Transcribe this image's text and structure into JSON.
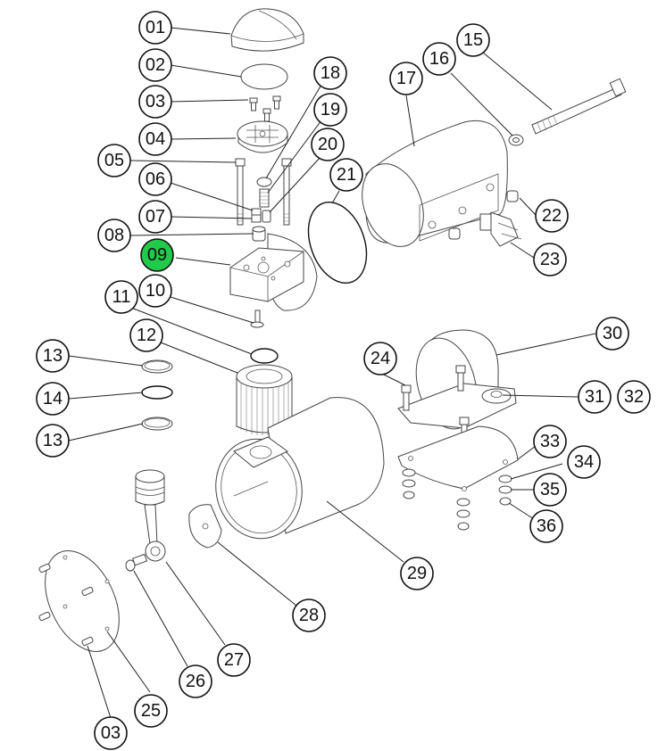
{
  "diagram": {
    "title": "Air compressor exploded parts view",
    "highlight_color": "#22c94a",
    "callouts": [
      {
        "id": "c01",
        "label": "01",
        "part": "top-cap",
        "highlighted": false
      },
      {
        "id": "c02",
        "label": "02",
        "part": "cap-disc",
        "highlighted": false
      },
      {
        "id": "c03a",
        "label": "03",
        "part": "screws-top",
        "highlighted": false
      },
      {
        "id": "c04",
        "label": "04",
        "part": "cylinder-head",
        "highlighted": false
      },
      {
        "id": "c05",
        "label": "05",
        "part": "head-bolts",
        "highlighted": false
      },
      {
        "id": "c06",
        "label": "06",
        "part": "valve-seat",
        "highlighted": false
      },
      {
        "id": "c07",
        "label": "07",
        "part": "valve-body",
        "highlighted": false
      },
      {
        "id": "c08",
        "label": "08",
        "part": "valve-cap",
        "highlighted": false
      },
      {
        "id": "c09",
        "label": "09",
        "part": "valve-plate",
        "highlighted": true
      },
      {
        "id": "c10",
        "label": "10",
        "part": "pin",
        "highlighted": false
      },
      {
        "id": "c11",
        "label": "11",
        "part": "o-ring-head",
        "highlighted": false
      },
      {
        "id": "c12",
        "label": "12",
        "part": "cylinder-finned",
        "highlighted": false
      },
      {
        "id": "c13a",
        "label": "13",
        "part": "piston-ring-upper",
        "highlighted": false
      },
      {
        "id": "c14",
        "label": "14",
        "part": "piston-o-ring",
        "highlighted": false
      },
      {
        "id": "c13b",
        "label": "13",
        "part": "piston-ring-lower",
        "highlighted": false
      },
      {
        "id": "c15",
        "label": "15",
        "part": "long-bolt",
        "highlighted": false
      },
      {
        "id": "c16",
        "label": "16",
        "part": "washer",
        "highlighted": false
      },
      {
        "id": "c17",
        "label": "17",
        "part": "motor-housing",
        "highlighted": false
      },
      {
        "id": "c18",
        "label": "18",
        "part": "o-ring-small",
        "highlighted": false
      },
      {
        "id": "c19",
        "label": "19",
        "part": "spring",
        "highlighted": false
      },
      {
        "id": "c20",
        "label": "20",
        "part": "valve-pin",
        "highlighted": false
      },
      {
        "id": "c21",
        "label": "21",
        "part": "gasket-ring",
        "highlighted": false
      },
      {
        "id": "c22",
        "label": "22",
        "part": "spacer",
        "highlighted": false
      },
      {
        "id": "c23",
        "label": "23",
        "part": "thermal-switch",
        "highlighted": false
      },
      {
        "id": "c24",
        "label": "24",
        "part": "bracket-bolt",
        "highlighted": false
      },
      {
        "id": "c25",
        "label": "25",
        "part": "end-cover",
        "highlighted": false
      },
      {
        "id": "c03b",
        "label": "03",
        "part": "screws-cover",
        "highlighted": false
      },
      {
        "id": "c26",
        "label": "26",
        "part": "crank-bolt",
        "highlighted": false
      },
      {
        "id": "c27",
        "label": "27",
        "part": "connecting-rod",
        "highlighted": false
      },
      {
        "id": "c28",
        "label": "28",
        "part": "counterweight",
        "highlighted": false
      },
      {
        "id": "c29",
        "label": "29",
        "part": "crankcase",
        "highlighted": false
      },
      {
        "id": "c30",
        "label": "30",
        "part": "mount-clamp",
        "highlighted": false
      },
      {
        "id": "c31",
        "label": "31",
        "part": "clamp-washer",
        "highlighted": false
      },
      {
        "id": "c32",
        "label": "32",
        "part": "clamp-nut",
        "highlighted": false
      },
      {
        "id": "c33",
        "label": "33",
        "part": "base-plate",
        "highlighted": false
      },
      {
        "id": "c34",
        "label": "34",
        "part": "flat-washer",
        "highlighted": false
      },
      {
        "id": "c35",
        "label": "35",
        "part": "lock-washer",
        "highlighted": false
      },
      {
        "id": "c36",
        "label": "36",
        "part": "hex-nut",
        "highlighted": false
      }
    ]
  }
}
